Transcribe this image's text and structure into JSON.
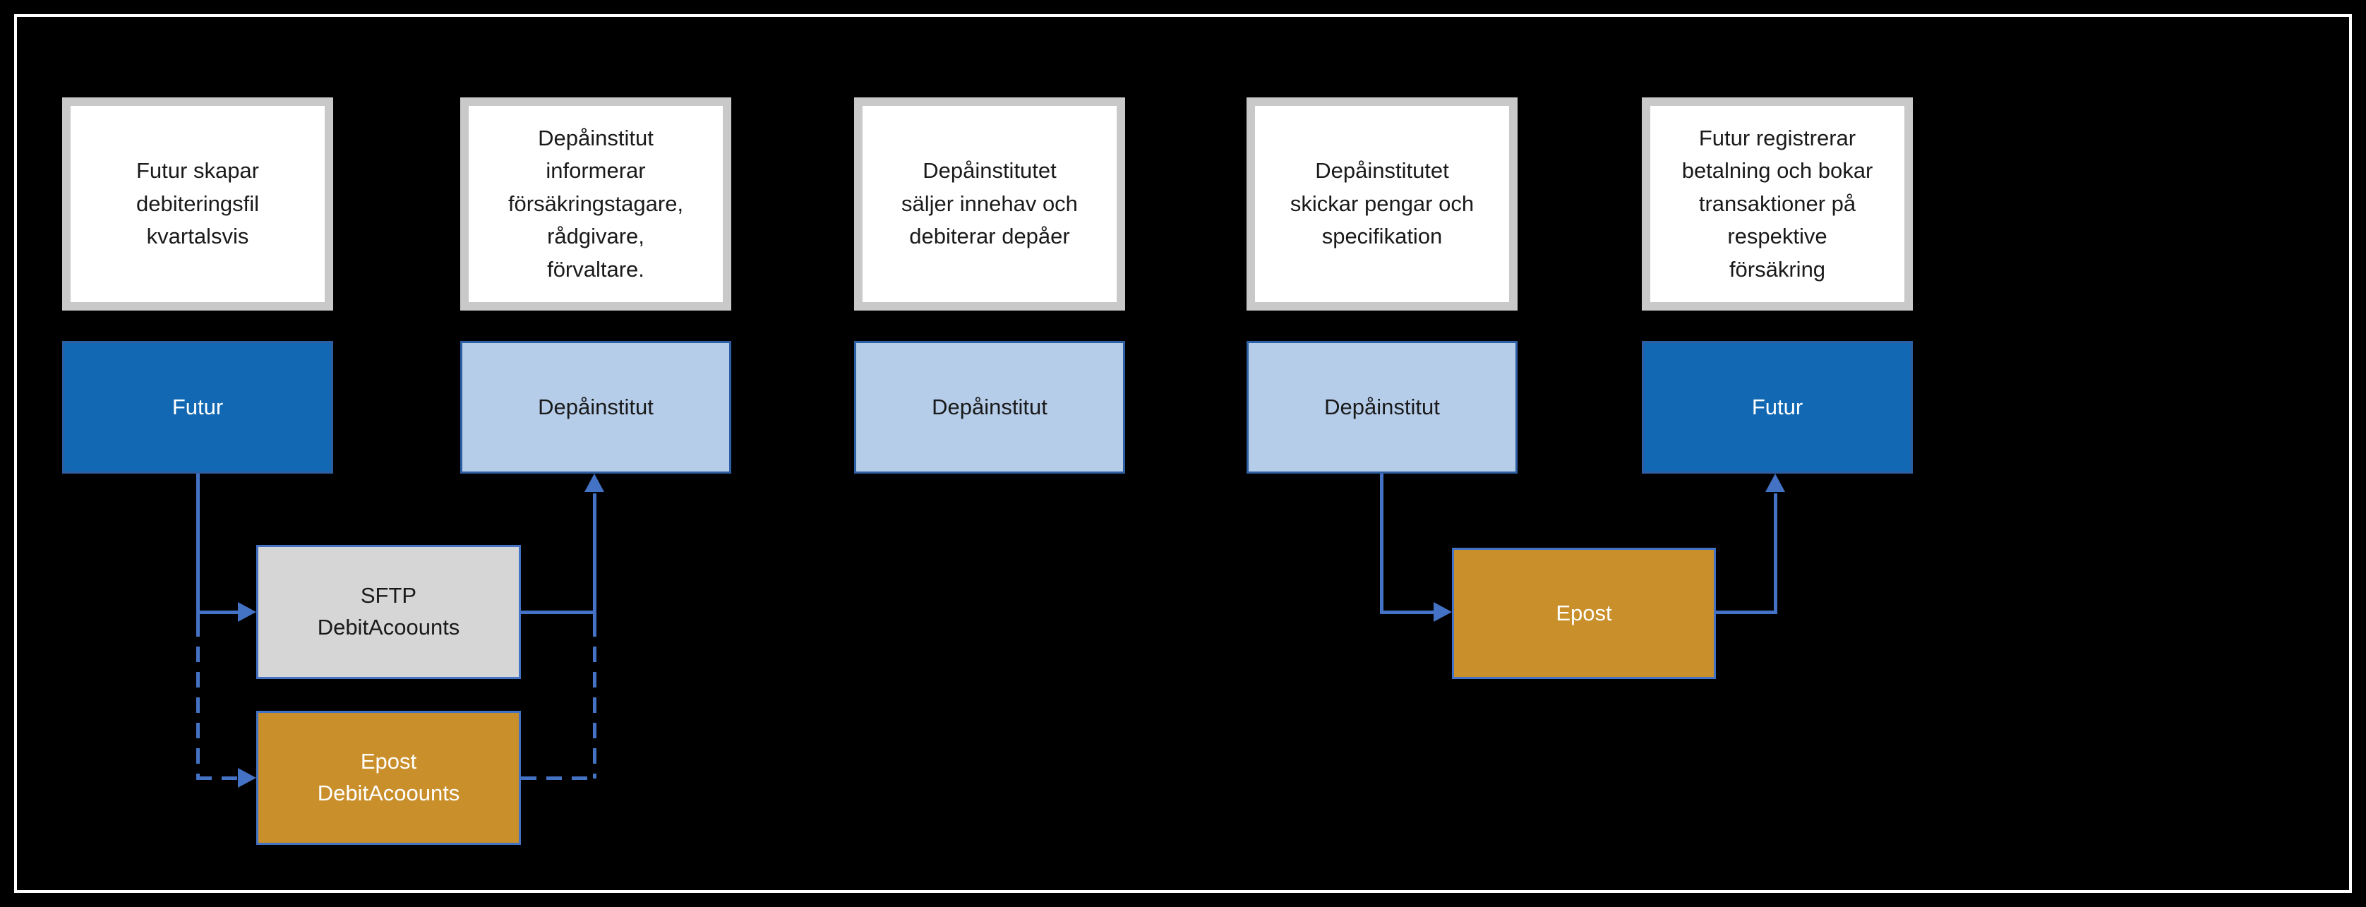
{
  "colors": {
    "background": "#000000",
    "frame": "#FFFFFF",
    "connector": "#4472C4",
    "futur_fill": "#1268B2",
    "depa_fill": "#B5CDE9",
    "box_border_blue": "#2E5FA3",
    "gray_fill": "#D6D6D6",
    "gold_fill": "#C98F2B",
    "white_box_fill": "#FFFFFF",
    "white_box_border": "#C9C9C9",
    "text_dark": "#1A1A1A",
    "text_light": "#FFFFFF"
  },
  "steps": [
    {
      "description": "Futur skapar\ndebiteringsfil\nkvartalsvis",
      "actor": "Futur"
    },
    {
      "description": "Depåinstitut\ninformerar\nförsäkringstagare,\nrådgivare,\nförvaltare.",
      "actor": "Depåinstitut"
    },
    {
      "description": "Depåinstitutet\nsäljer innehav och\ndebiterar depåer",
      "actor": "Depåinstitut"
    },
    {
      "description": "Depåinstitutet\nskickar pengar och\nspecifikation",
      "actor": "Depåinstitut"
    },
    {
      "description": "Futur registrerar\nbetalning och bokar\ntransaktioner på\nrespektive\nförsäkring",
      "actor": "Futur"
    }
  ],
  "channels": {
    "sftp_debit": "SFTP\nDebitAcoounts",
    "epost_debit": "Epost\nDebitAcoounts",
    "epost": "Epost"
  }
}
